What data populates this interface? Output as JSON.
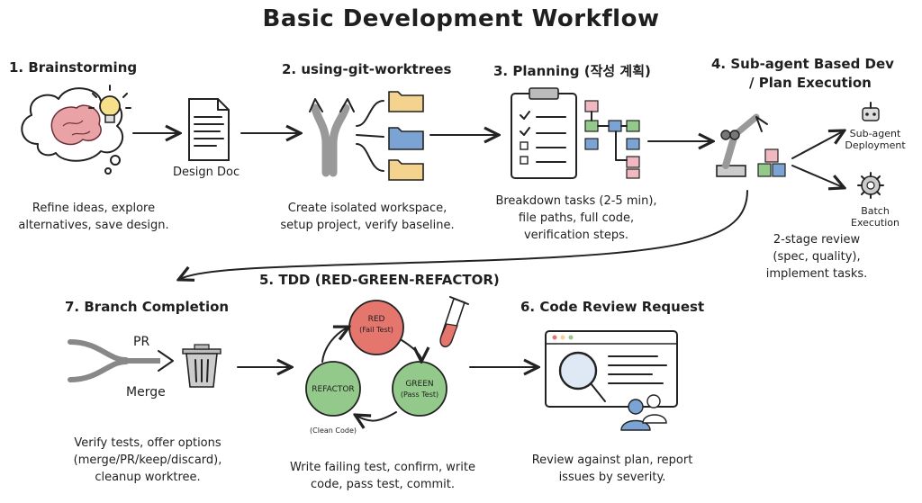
{
  "title": "Basic Development Workflow",
  "steps": {
    "s1": {
      "label": "1. Brainstorming",
      "desc": "Refine ideas, explore alternatives, save design.",
      "artifact": "Design Doc"
    },
    "s2": {
      "label": "2. using-git-worktrees",
      "desc": "Create isolated workspace, setup project, verify baseline."
    },
    "s3": {
      "label": "3. Planning (작성 계획)",
      "desc": "Breakdown tasks (2-5 min), file paths, full code, verification steps."
    },
    "s4": {
      "label_line1": "4. Sub-agent Based Dev",
      "label_line2": "/ Plan Execution",
      "desc": "2-stage review (spec, quality), implement tasks.",
      "branch_a": "Sub-agent Deployment",
      "branch_b": "Batch Execution"
    },
    "s5": {
      "label": "5. TDD (RED-GREEN-REFACTOR)",
      "desc": "Write failing test, confirm, write code, pass test, commit.",
      "red": "RED",
      "red_sub": "(Fail Test)",
      "green": "GREEN",
      "green_sub": "(Pass Test)",
      "refactor": "REFACTOR",
      "refactor_sub": "(Clean Code)"
    },
    "s6": {
      "label": "6. Code Review Request",
      "desc": "Review against plan, report issues by severity."
    },
    "s7": {
      "label": "7. Branch Completion",
      "desc": "Verify tests, offer options (merge/PR/keep/discard), cleanup worktree.",
      "pr": "PR",
      "merge": "Merge"
    }
  },
  "colors": {
    "red": "#e4766e",
    "green": "#93c98a",
    "blue": "#7ba3d3",
    "folder": "#f3d38d",
    "pink": "#f2b8c1",
    "bulb": "#f7e08a",
    "brain": "#e9a3a6"
  }
}
